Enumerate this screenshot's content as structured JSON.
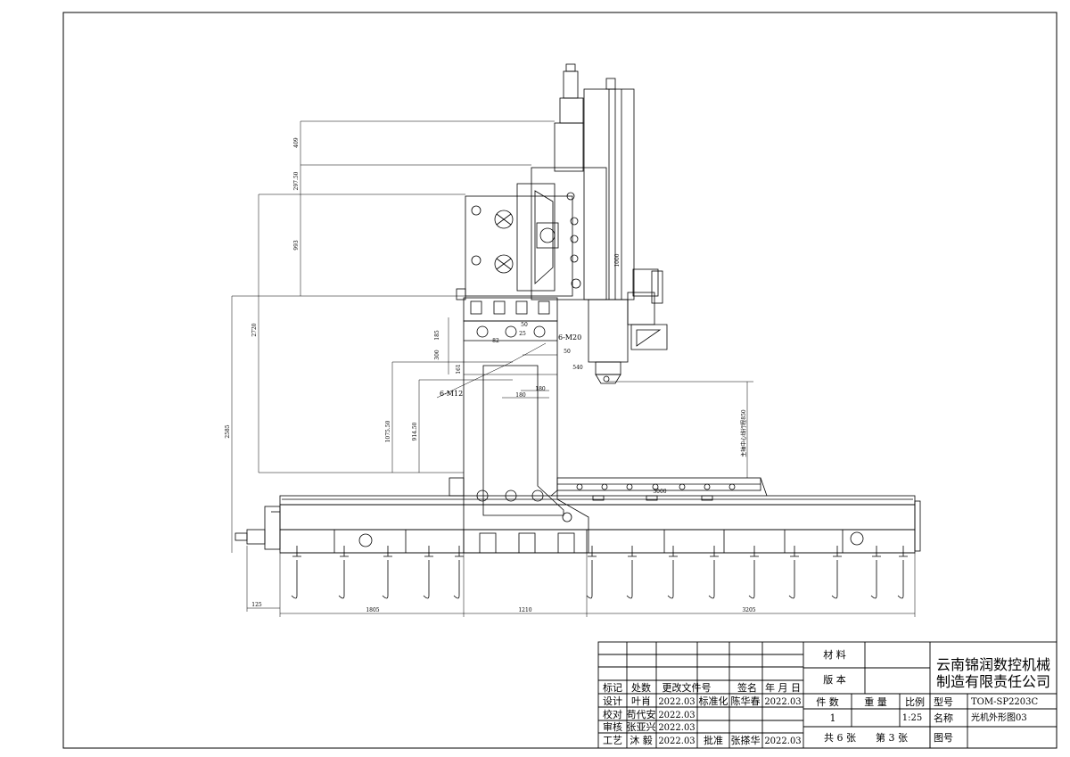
{
  "dimensions": {
    "v409": "409",
    "v297": "297.50",
    "v993": "993",
    "v2720": "2720",
    "v2585": "2585",
    "v1075": "1075.50",
    "v914": "914.50",
    "v185": "185",
    "v300": "300",
    "v161": "161",
    "v82": "82",
    "v50a": "50",
    "v25": "25",
    "v50b": "50",
    "v540": "540",
    "v180a": "180",
    "v180b": "180",
    "m20": "6-M20",
    "m12": "6-M12",
    "v125": "125",
    "v1805": "1805",
    "v1210": "1210",
    "v3205": "3205",
    "v3000": "3000",
    "spindle_note": "主轴中心线行程850",
    "side_note": "1000"
  },
  "title_block": {
    "material_label": "材 料",
    "version_label": "版 本",
    "company_line1": "云南锦润数控机械",
    "company_line2": "制造有限责任公司",
    "headers": {
      "mark": "标记",
      "count": "处数",
      "change_doc": "更改文件号",
      "signature": "签名",
      "date": "年 月 日"
    },
    "rows": {
      "design_label": "设计",
      "design_name": "叶肖",
      "design_date": "2022.03",
      "standard_label": "标准化",
      "standard_name": "陈华春",
      "standard_date": "2022.03",
      "check_label": "校对",
      "check_name": "苟代安",
      "check_date": "2022.03",
      "review_label": "审核",
      "review_name": "张亚兴",
      "review_date": "2022.03",
      "process_label": "工艺",
      "process_name": "沐 毅",
      "process_date": "2022.03",
      "approve_label": "批准",
      "approve_name": "张搽华",
      "approve_date": "2022.03"
    },
    "pieces_label": "件 数",
    "weight_label": "重 量",
    "scale_label": "比例",
    "pieces_value": "1",
    "scale_value": "1:25",
    "sheets_total": "共 6 张",
    "sheet_no": "第 3 张",
    "model_label": "型号",
    "model_value": "TOM-SP2203C",
    "name_label": "名称",
    "name_value": "光机外形图03",
    "drawing_no_label": "图号"
  }
}
